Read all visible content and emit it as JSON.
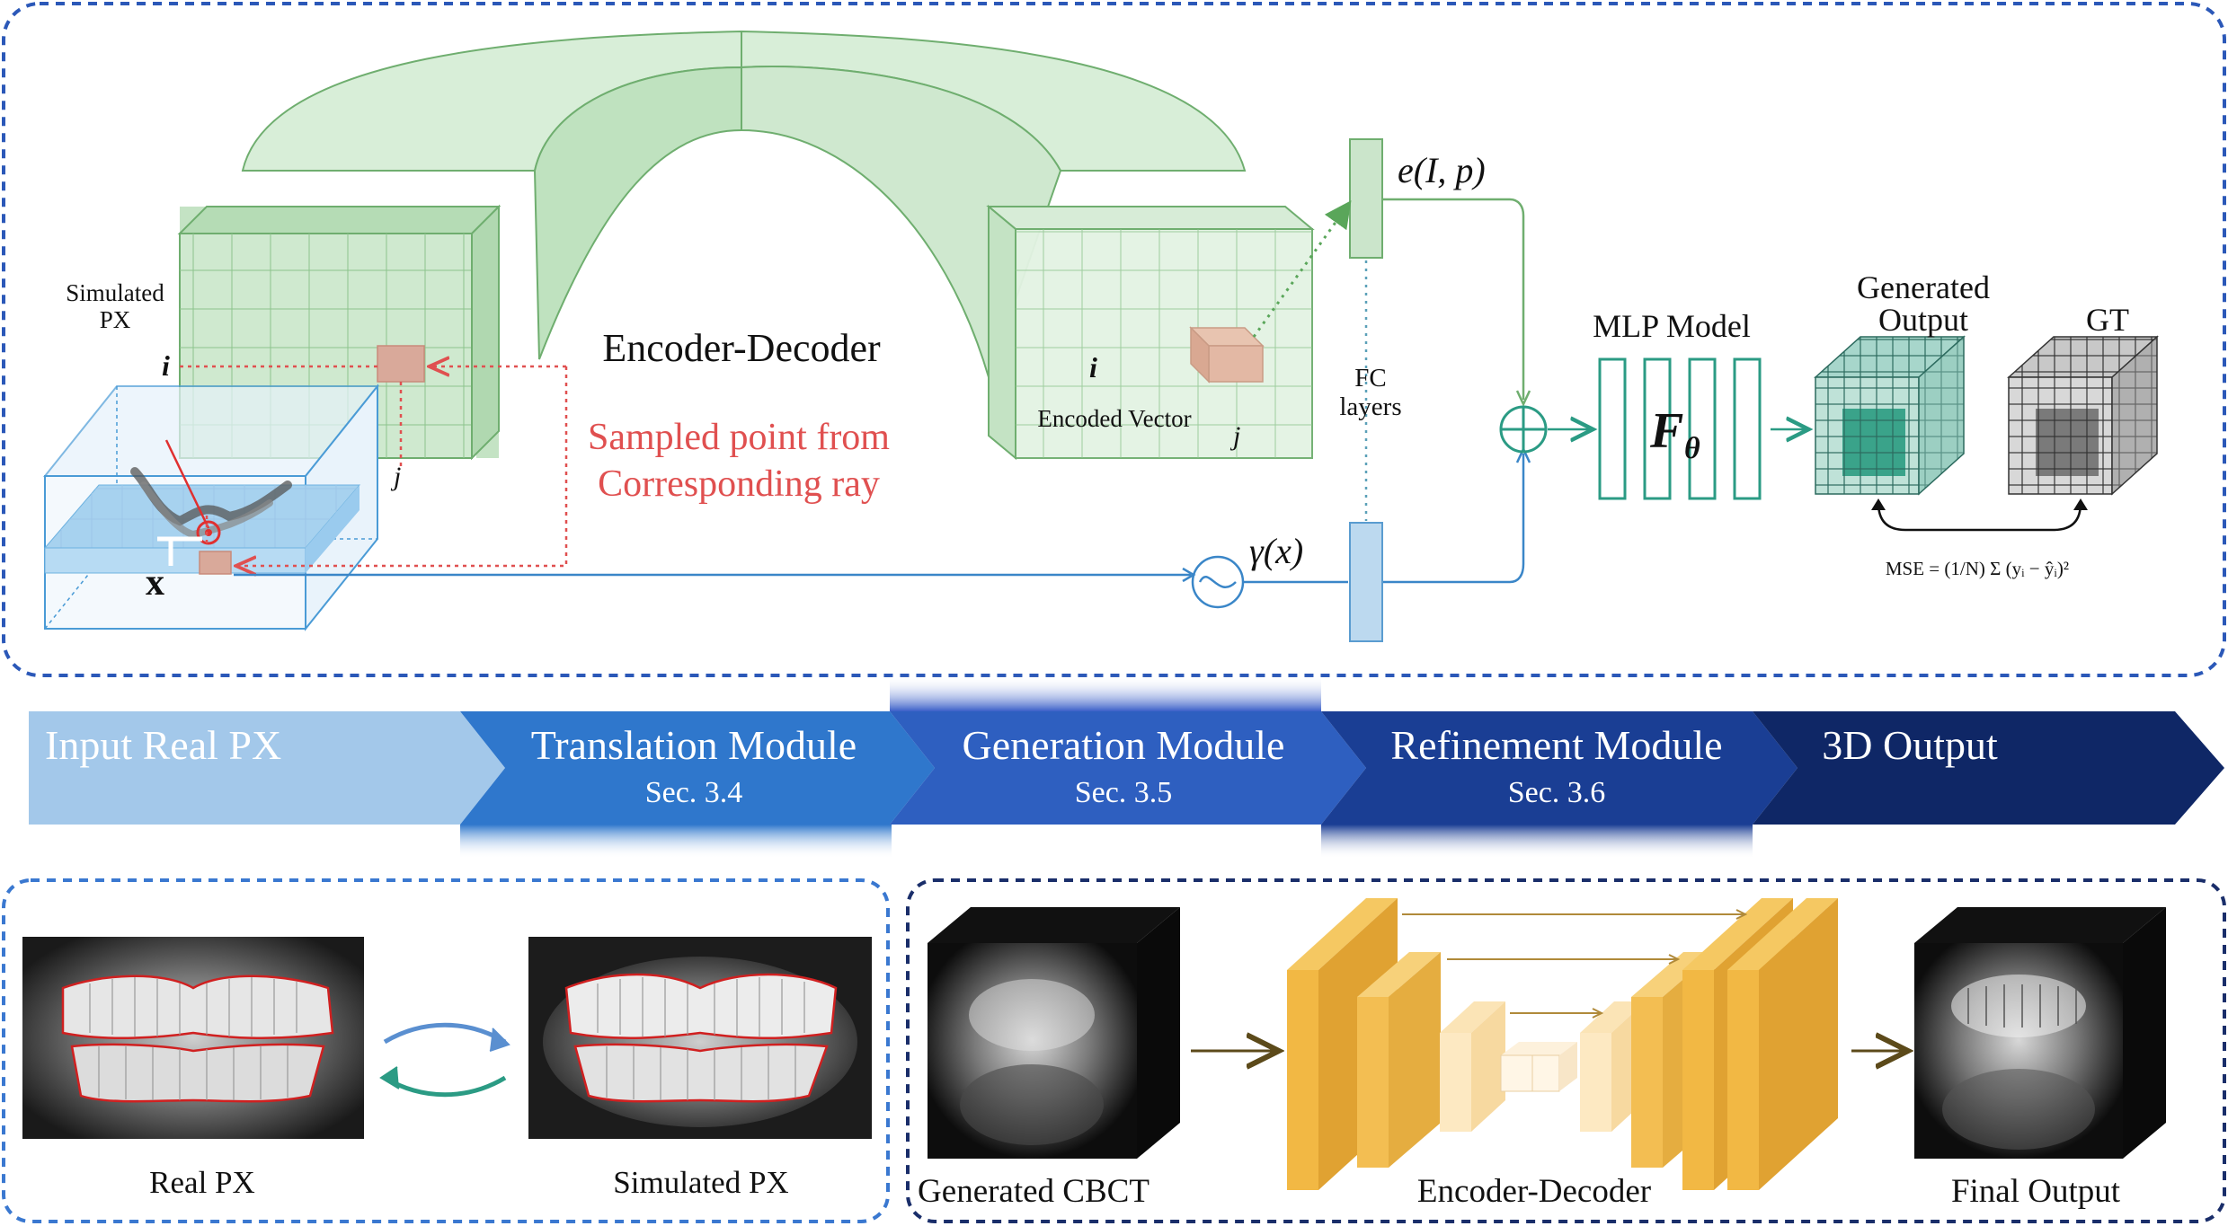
{
  "top_panel": {
    "simulated_px_label_1": "Simulated",
    "simulated_px_label_2": "PX",
    "encoder_decoder_label": "Encoder-Decoder",
    "sampled_point_label_1": "Sampled point from",
    "sampled_point_label_2": "Corresponding ray",
    "encoded_vector_label": "Encoded Vector",
    "i_label": "i",
    "j_label": "j",
    "x_label": "x",
    "fc_label_1": "FC",
    "fc_label_2": "layers",
    "e_label": "e(I, p)",
    "gamma_label": "γ(x)",
    "mlp_label": "MLP Model",
    "f_theta_label": "F",
    "f_theta_sub": "θ",
    "generated_output_label_1": "Generated",
    "generated_output_label_2": "Output",
    "gt_label": "GT",
    "mse_label": "MSE = (1/N) Σ (yᵢ − ŷᵢ)²"
  },
  "pipeline": {
    "stages": [
      {
        "title": "Input Real PX",
        "sub": ""
      },
      {
        "title": "Translation Module",
        "sub": "Sec. 3.4"
      },
      {
        "title": "Generation Module",
        "sub": "Sec. 3.5"
      },
      {
        "title": "Refinement Module",
        "sub": "Sec. 3.6"
      },
      {
        "title": "3D Output",
        "sub": ""
      }
    ],
    "colors": [
      "#a3c8ea",
      "#2f77cc",
      "#2e5fc0",
      "#1a3e94",
      "#0f2766"
    ]
  },
  "bottom_left": {
    "real_px_label": "Real PX",
    "simulated_px_label": "Simulated PX"
  },
  "bottom_right": {
    "generated_cbct_label": "Generated CBCT",
    "encoder_decoder_label": "Encoder-Decoder",
    "final_output_label": "Final Output"
  },
  "colors": {
    "frame_blue": "#2b58b8",
    "green_fill": "#c6e6c6",
    "green_stroke": "#6fae6f",
    "red_dashed": "#e05050",
    "teal": "#2b9b84",
    "blue_line": "#3a86c8",
    "orange": "#f2b844"
  }
}
